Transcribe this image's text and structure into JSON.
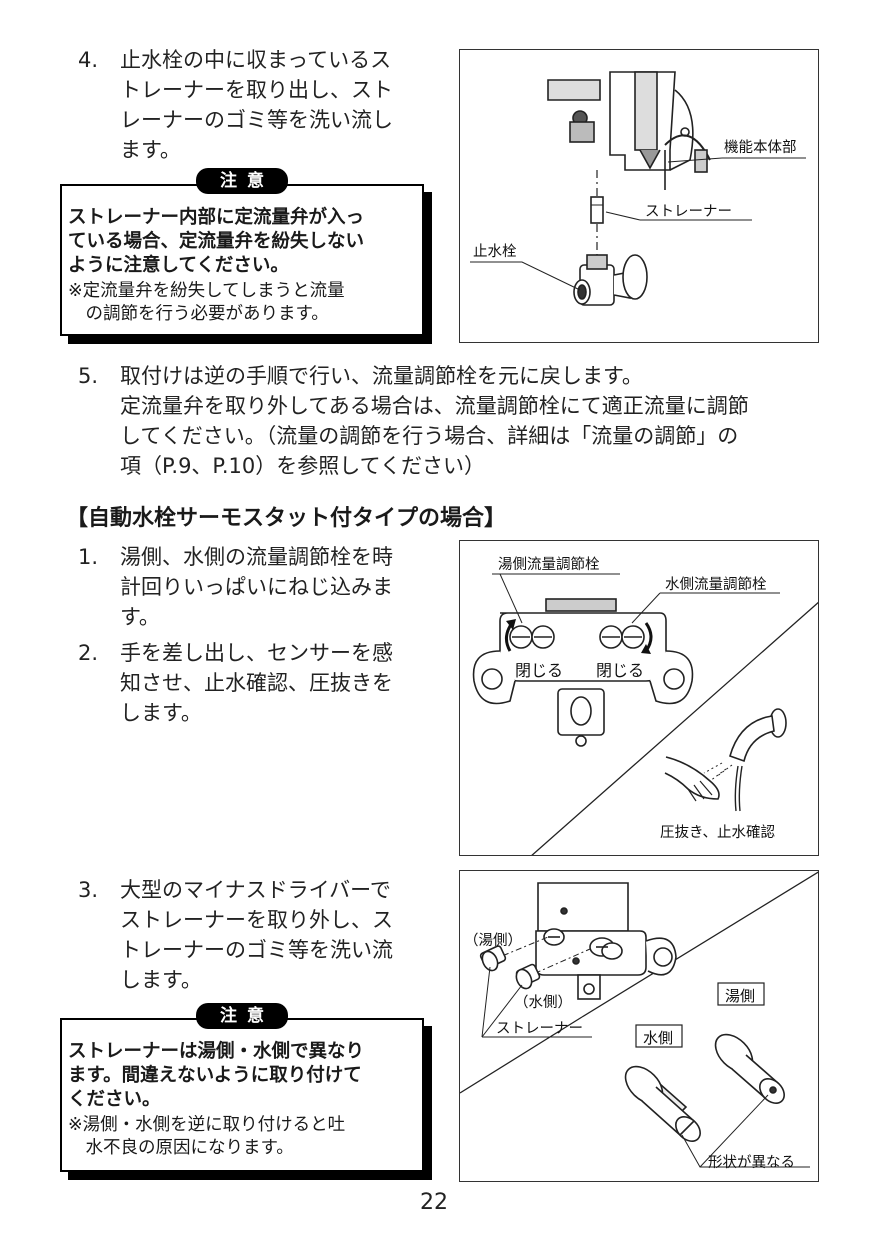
{
  "step4": {
    "number": "4.",
    "lines": [
      "止水栓の中に収まっているス",
      "トレーナーを取り出し、スト",
      "レーナーのゴミ等を洗い流し",
      "ます。"
    ]
  },
  "caution1": {
    "badge": "注意",
    "main_lines": [
      "ストレーナー内部に定流量弁が入っ",
      "ている場合、定流量弁を紛失しない",
      "ように注意してください。"
    ],
    "note_lines": [
      "※定流量弁を紛失してしまうと流量",
      "　の調節を行う必要があります。"
    ]
  },
  "figure1": {
    "label_main_body": "機能本体部",
    "label_strainer": "ストレーナー",
    "label_stop_valve": "止水栓"
  },
  "step5": {
    "number": "5.",
    "lines": [
      "取付けは逆の手順で行い、流量調節栓を元に戻します。",
      "定流量弁を取り外してある場合は、流量調節栓にて適正流量に調節",
      "してください。（流量の調節を行う場合、詳細は「流量の調節」の",
      "項（P.9、P.10）を参照してください）"
    ]
  },
  "section": {
    "title": "【自動水栓サーモスタット付タイプの場合】"
  },
  "step1": {
    "number": "1.",
    "lines": [
      "湯側、水側の流量調節栓を時",
      "計回りいっぱいにねじ込みま",
      "す。"
    ]
  },
  "step2": {
    "number": "2.",
    "lines": [
      "手を差し出し、センサーを感",
      "知させ、止水確認、圧抜きを",
      "します。"
    ]
  },
  "figure2": {
    "label_hot_valve": "湯側流量調節栓",
    "label_cold_valve": "水側流量調節栓",
    "label_close_left": "閉じる",
    "label_close_right": "閉じる",
    "label_check": "圧抜き、止水確認"
  },
  "step3": {
    "number": "3.",
    "lines": [
      "大型のマイナスドライバーで",
      "ストレーナーを取り外し、ス",
      "トレーナーのゴミ等を洗い流",
      "します。"
    ]
  },
  "caution2": {
    "badge": "注意",
    "main_lines": [
      "ストレーナーは湯側・水側で異なり",
      "ます。間違えないように取り付けて",
      "ください。"
    ],
    "note_lines": [
      "※湯側・水側を逆に取り付けると吐",
      "　水不良の原因になります。"
    ]
  },
  "figure3": {
    "label_hot_paren": "（湯側）",
    "label_cold_paren": "（水側）",
    "label_strainer": "ストレーナー",
    "label_hot": "湯側",
    "label_cold": "水側",
    "label_shape_differs": "形状が異なる"
  },
  "page_number": "22"
}
